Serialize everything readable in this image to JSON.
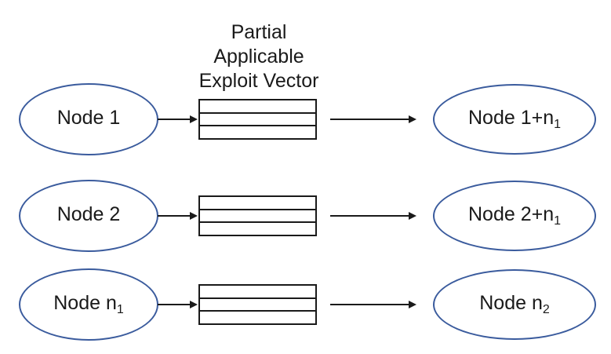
{
  "title": {
    "lines": [
      "Partial",
      "Applicable",
      "Exploit Vector"
    ]
  },
  "vector_box": {
    "label": "Partial Applicable Exploit Vector",
    "segments": 3
  },
  "rows": [
    {
      "source": {
        "text": "Node 1",
        "sub": ""
      },
      "target": {
        "text": "Node 1+n",
        "sub": "1"
      }
    },
    {
      "source": {
        "text": "Node 2",
        "sub": ""
      },
      "target": {
        "text": "Node 2+n",
        "sub": "1"
      }
    },
    {
      "source": {
        "text": "Node n",
        "sub": "1"
      },
      "target": {
        "text": "Node n",
        "sub": "2"
      }
    }
  ],
  "colors": {
    "node_stroke": "#3A5B9D",
    "line": "#1A1A1A",
    "background": "#FFFFFF"
  }
}
